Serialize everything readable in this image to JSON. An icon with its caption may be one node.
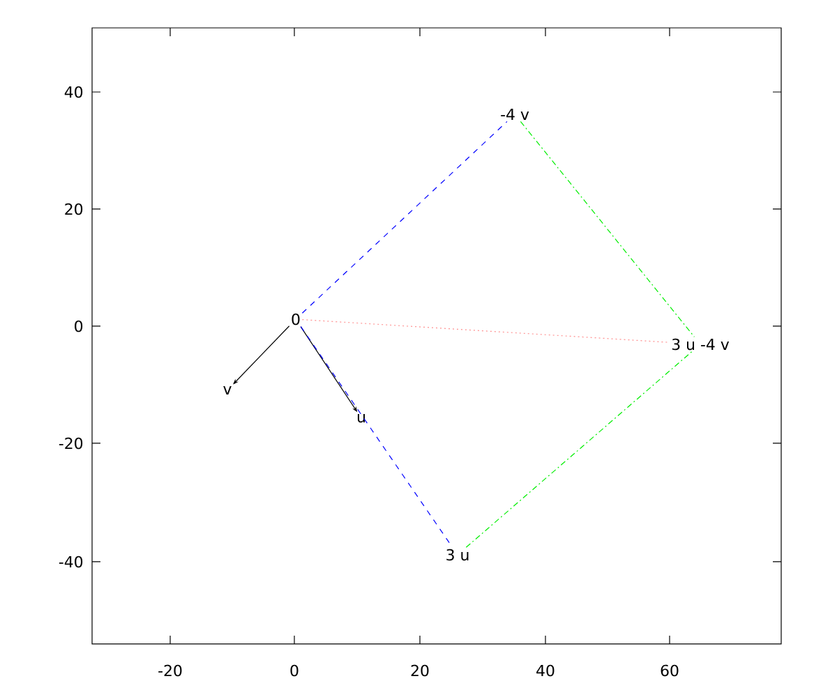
{
  "diagram": {
    "nodes": [
      {
        "text": [
          "0"
        ]
      },
      {
        "text": [
          "v"
        ]
      },
      {
        "text": [
          "u"
        ]
      },
      {
        "text": [
          "-4 v"
        ]
      },
      {
        "text": [
          "3 u"
        ]
      },
      {
        "text": [
          "3 u -4 v"
        ]
      }
    ],
    "edges": [
      {
        "from": 0,
        "to": 1,
        "arrow": "to"
      },
      {
        "from": 0,
        "to": 2,
        "arrow": "to"
      },
      {
        "from": 0,
        "to": 3,
        "arrow": "none",
        "style": "dashed",
        "color": "#0000ff"
      },
      {
        "from": 0,
        "to": 4,
        "arrow": "none",
        "style": "dashed",
        "color": "#0000ff"
      },
      {
        "from": 3,
        "to": 5,
        "arrow": "none",
        "style": "dashed",
        "color": "#00ee00"
      },
      {
        "from": 4,
        "to": 5,
        "arrow": "none",
        "style": "dashed",
        "color": "#00ee00"
      },
      {
        "from": 0,
        "to": 5,
        "arrow": "none",
        "style": "dashed",
        "color": "#ff9090"
      }
    ],
    "labels": [
      "-20",
      "0",
      "20",
      "40",
      "60",
      "40",
      "20",
      "0",
      "-20",
      "-40"
    ]
  }
}
